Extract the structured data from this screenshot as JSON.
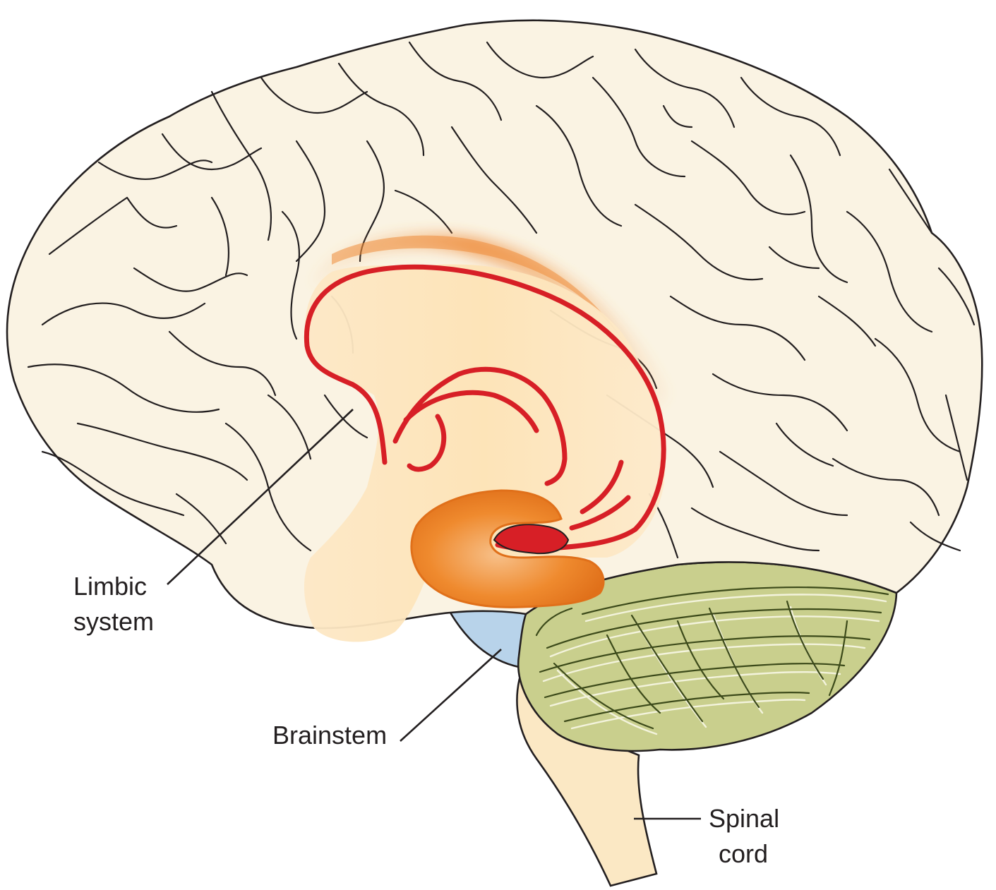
{
  "labels": {
    "limbic": [
      "Limbic",
      "system"
    ],
    "brainstem": "Brainstem",
    "spinal": [
      "Spinal",
      "cord"
    ]
  },
  "colors": {
    "cerebrum": "#faf3e3",
    "outline": "#231f20",
    "limbic_fill": "#fde5bf",
    "limbic_line": "#d71f26",
    "limbic_orange": "#ee7d21",
    "cingulate_glow": "#f2a65a",
    "brainstem": "#b8d3ea",
    "cerebellum": "#c9cf8d",
    "spinal_cord": "#fbe8c4"
  },
  "icons": {
    "cerebrum": "cerebrum-shape",
    "limbic": "limbic-system-shape",
    "brainstem": "brainstem-shape",
    "cerebellum": "cerebellum-shape",
    "spinal": "spinal-cord-shape"
  }
}
